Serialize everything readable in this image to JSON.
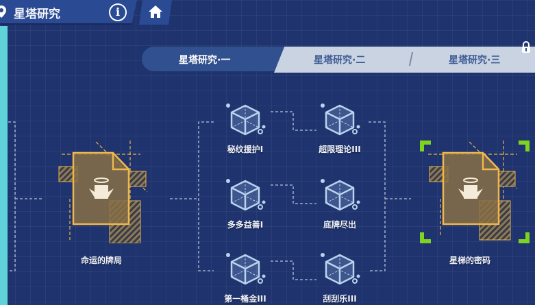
{
  "header": {
    "title": "星塔研究",
    "info_icon": "info-icon",
    "home_icon": "home-icon",
    "location_icon": "location-pin-icon"
  },
  "tabs": [
    {
      "label": "星塔研究·一",
      "active": true
    },
    {
      "label": "星塔研究·二",
      "active": false
    },
    {
      "label": "星塔研究·三",
      "active": false,
      "locked": true
    }
  ],
  "nodes": {
    "left": {
      "label": "命运的牌局"
    },
    "right": {
      "label": "星梯的密码",
      "selected": true
    },
    "grid": [
      {
        "label": "秘纹援护I"
      },
      {
        "label": "超限理论III"
      },
      {
        "label": "多多益善I"
      },
      {
        "label": "底牌尽出"
      },
      {
        "label": "第一桶金III"
      },
      {
        "label": "刮刮乐III"
      }
    ]
  },
  "colors": {
    "background": "#1f336e",
    "accent_cyan": "#5fd3d9",
    "card_gold": "#e7b44a",
    "select_green": "#7ed321",
    "tab_light": "#c9d3e1"
  }
}
